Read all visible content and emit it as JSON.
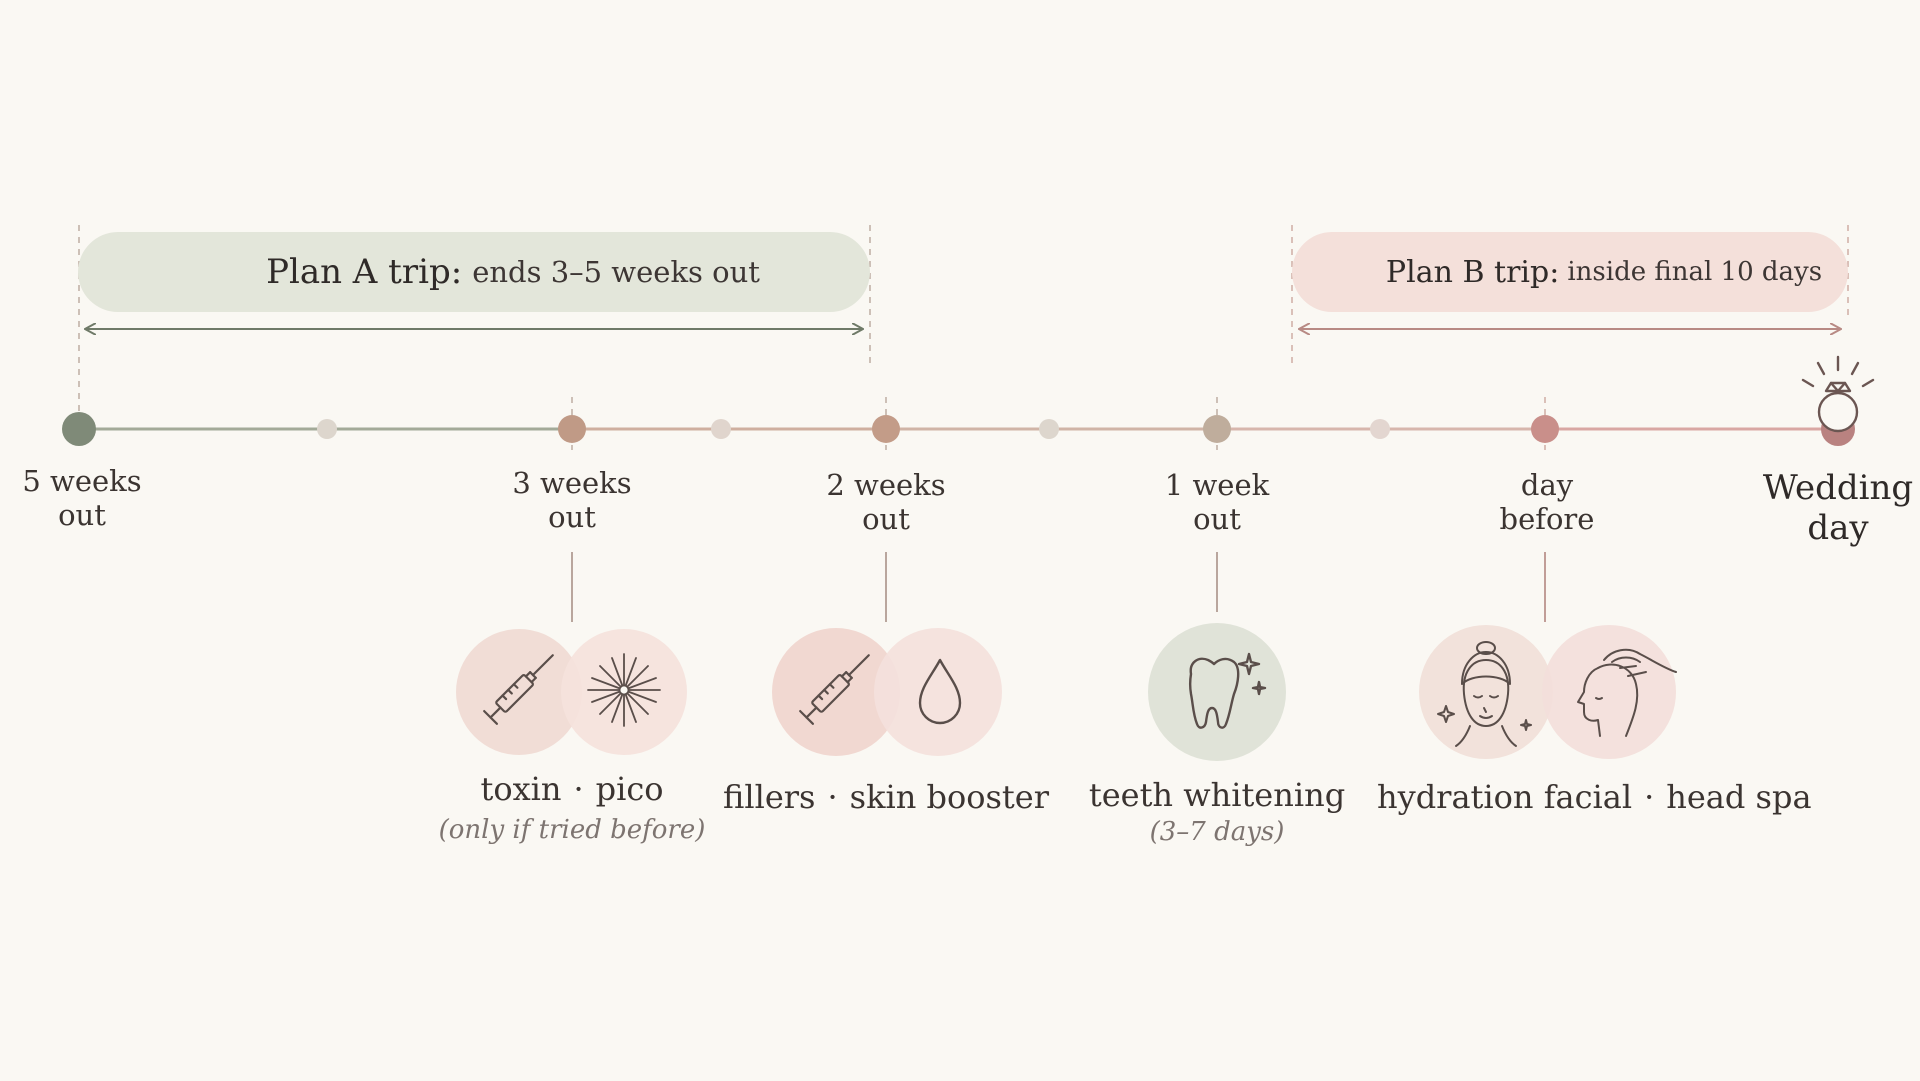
{
  "plan_a": {
    "title": "Plan A trip:",
    "detail": "ends 3–5 weeks out"
  },
  "plan_b": {
    "title": "Plan B trip:",
    "detail": "inside final 10 days"
  },
  "milestones": [
    {
      "line1": "5 weeks",
      "line2": "out"
    },
    {
      "line1": "3 weeks",
      "line2": "out"
    },
    {
      "line1": "2 weeks",
      "line2": "out"
    },
    {
      "line1": "1 week",
      "line2": "out"
    },
    {
      "line1": "day",
      "line2": "before"
    },
    {
      "line1": "Wedding",
      "line2": "day"
    }
  ],
  "treatments": [
    {
      "left": "toxin",
      "separator": "·",
      "right": "pico",
      "note": "(only if tried before)"
    },
    {
      "left": "fillers",
      "separator": "·",
      "right": "skin booster"
    },
    {
      "label": "teeth whitening",
      "note": "(3–7 days)"
    },
    {
      "left": "hydration facial",
      "separator": "·",
      "right": "head spa"
    }
  ],
  "icons": {
    "plane": "airplane-icon",
    "toxin": "syringe-icon",
    "pico": "laser-sparkle-icon",
    "fillers": "syringe-icon",
    "skin_booster": "droplet-icon",
    "whitening": "sparkling-tooth-icon",
    "facial": "face-towel-icon",
    "head_spa": "head-massage-icon",
    "wedding": "diamond-ring-icon"
  },
  "colors": {
    "background": "#faf8f3",
    "plan_a": "#e3e6da",
    "plan_a_accent": "#667160",
    "plan_b": "#f4e0da",
    "plan_b_accent": "#b07873",
    "dot_5w": "#7f8a78",
    "dot_3w": "#c09a86",
    "dot_2w": "#c39c88",
    "dot_1w": "#bfad9c",
    "dot_day_before": "#c98f8a",
    "dot_wedding": "#b98280",
    "minor_dot": "#ddd6cd",
    "icon_stroke": "#5a4e4a"
  }
}
